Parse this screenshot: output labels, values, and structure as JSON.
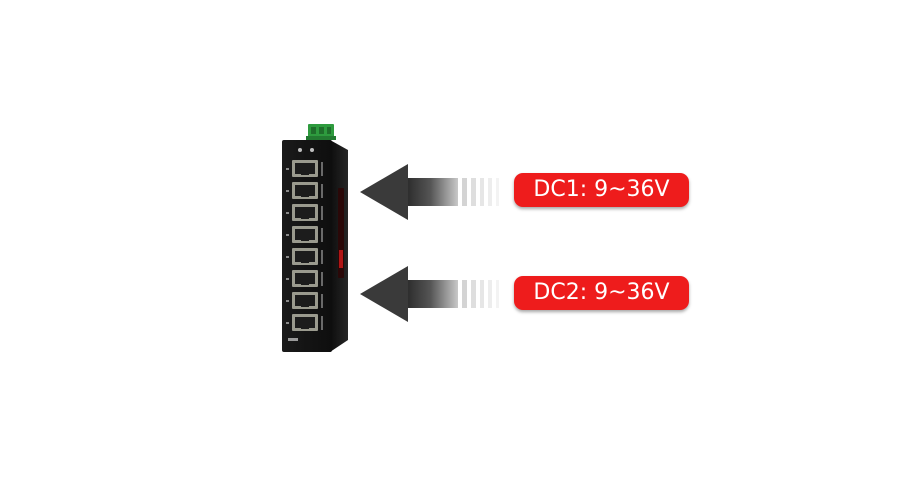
{
  "colors": {
    "label_background": "#ee1c1c",
    "label_text": "#ffffff",
    "device_body": "#151515",
    "terminal_block": "#2e9b3e",
    "arrow_dark": "#3a3a3a"
  },
  "inputs": [
    {
      "label": "DC1: 9~36V"
    },
    {
      "label": "DC2: 9~36V"
    }
  ],
  "device": {
    "port_count": 8,
    "icon": "industrial-ethernet-switch-icon"
  }
}
